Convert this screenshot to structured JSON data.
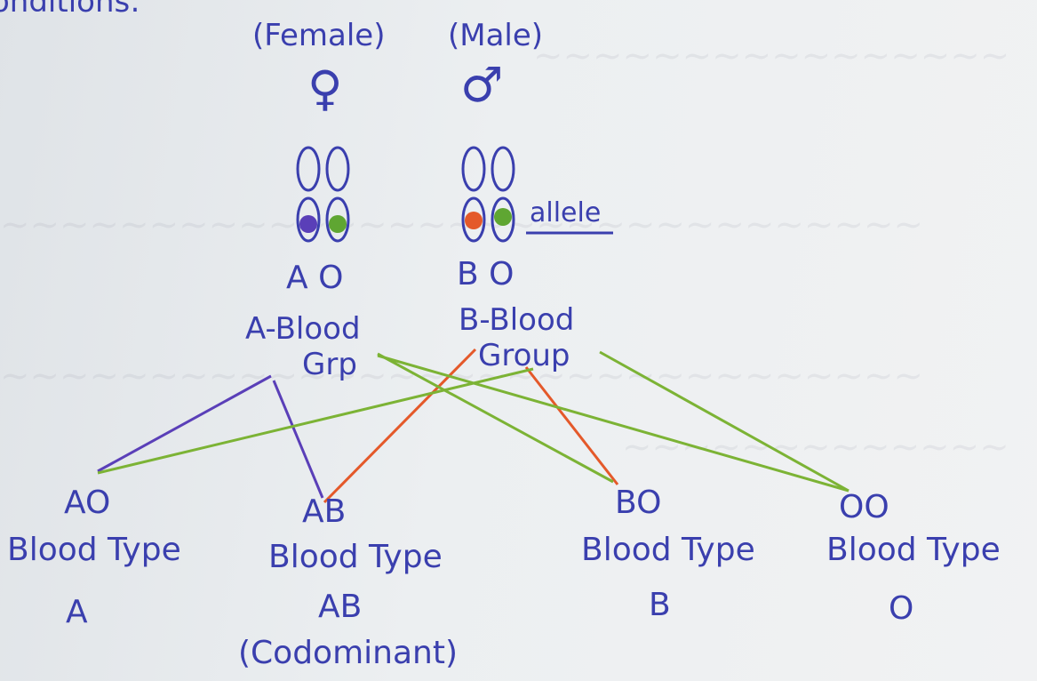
{
  "header_fragment": "onditions:",
  "parents": {
    "female": {
      "label": "(Female)",
      "symbol": "♀",
      "alleles": "A O",
      "blood_group": [
        "A-Blood",
        "Grp"
      ]
    },
    "male": {
      "label": "(Male)",
      "symbol": "♂",
      "alleles": "B O",
      "blood_group": [
        "B-Blood",
        "Group"
      ]
    },
    "allele_label": "allele"
  },
  "offspring": [
    {
      "genotype": "AO",
      "type_label": "Blood Type",
      "type": "A",
      "note": ""
    },
    {
      "genotype": "AB",
      "type_label": "Blood Type",
      "type": "AB",
      "note": "(Codominant)"
    },
    {
      "genotype": "BO",
      "type_label": "Blood Type",
      "type": "B",
      "note": ""
    },
    {
      "genotype": "OO",
      "type_label": "Blood Type",
      "type": "O",
      "note": ""
    }
  ],
  "colors": {
    "ink": "#3a3fae",
    "allele_A": "#5a3fb8",
    "allele_B": "#e4592a",
    "allele_O": "#5fa632",
    "line_A": "#5a3fb8",
    "line_B": "#e4592a",
    "line_O": "#7cb335"
  }
}
